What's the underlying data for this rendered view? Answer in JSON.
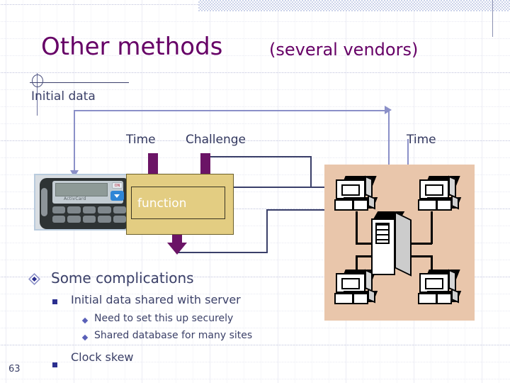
{
  "slide": {
    "title": "Other methods",
    "subtitle": "(several vendors)",
    "page_number": "63",
    "colors": {
      "title": "#660066",
      "body_text": "#3b4068",
      "function_box": "#e3cd82",
      "network_bg": "#e9c6ab",
      "purple_arrow": "#6b1466",
      "light_connector": "#8b90c8",
      "dark_connector": "#3a3f69"
    }
  },
  "diagram": {
    "initial_data_label": "Initial data",
    "time_label_left": "Time",
    "challenge_label": "Challenge",
    "time_label_right": "Time",
    "function_label": "function",
    "token_brand": "ActivCard",
    "token_on_label": "ON"
  },
  "bullets": {
    "level1": "Some complications",
    "items": [
      {
        "label": "Initial data shared with server",
        "children": [
          "Need to set this up securely",
          "Shared database for many sites"
        ]
      },
      {
        "label": "Clock skew",
        "children": []
      }
    ]
  }
}
